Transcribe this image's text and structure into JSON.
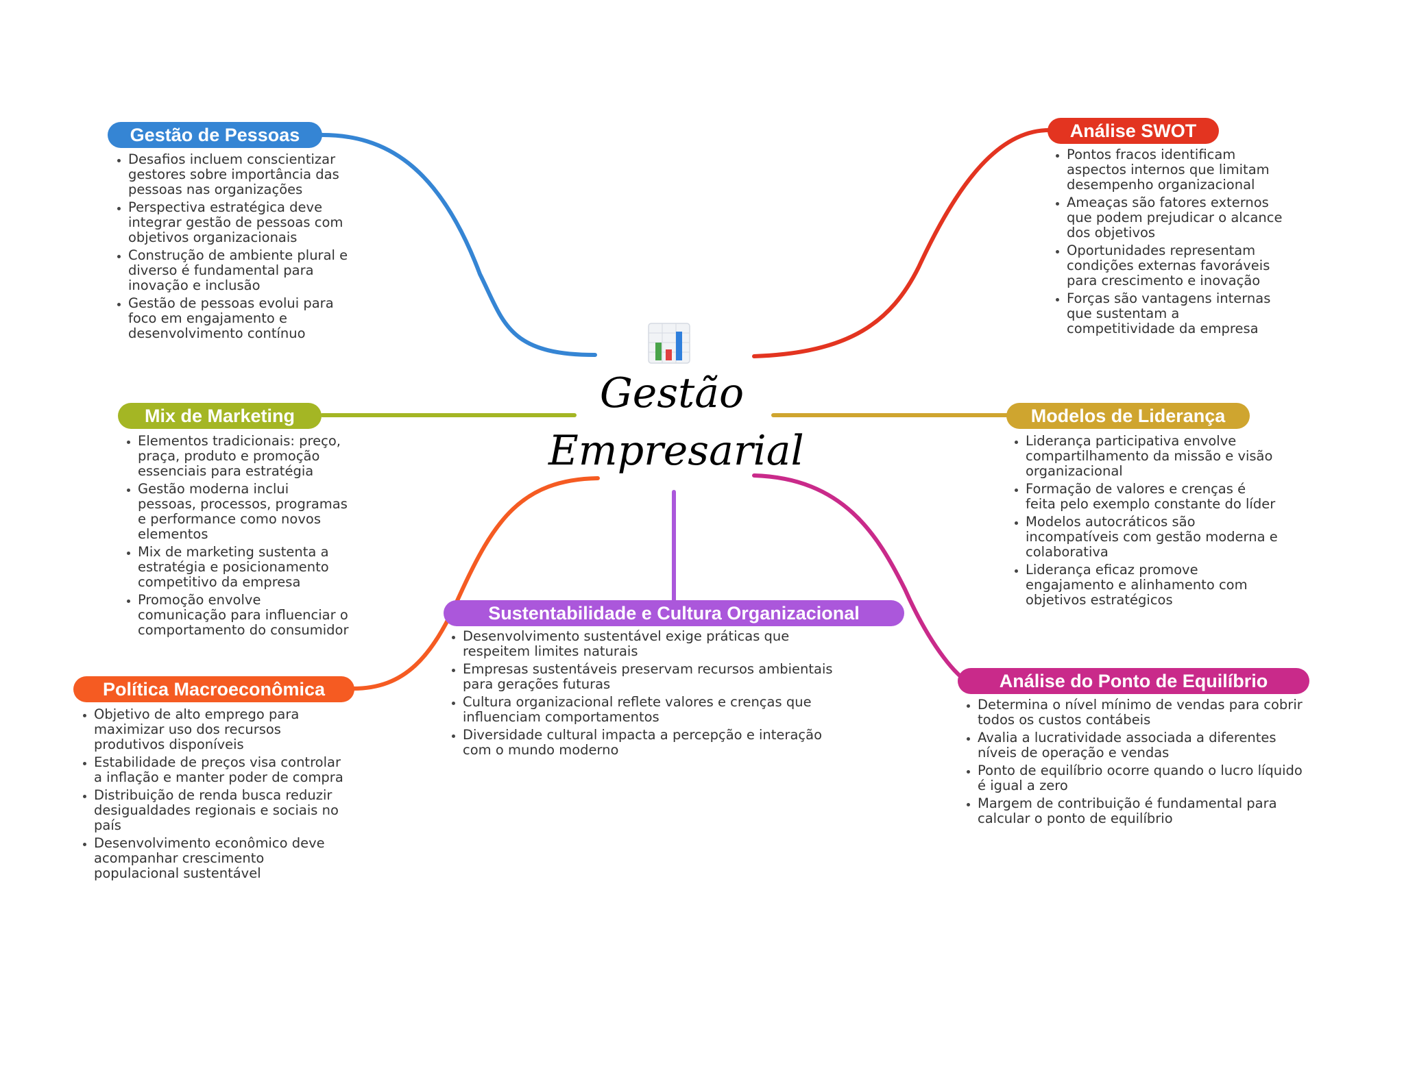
{
  "center": {
    "title": "Gestão Empresarial",
    "icon": "bar-chart-icon"
  },
  "branches": [
    {
      "id": "gestao-pessoas",
      "label": "Gestão de Pessoas",
      "color": "#3585D4",
      "notes": [
        "Desafios incluem conscientizar gestores sobre importância das pessoas nas organizações",
        "Perspectiva estratégica deve integrar gestão de pessoas com objetivos organizacionais",
        "Construção de ambiente plural e diverso é fundamental para inovação e inclusão",
        "Gestão de pessoas evolui para foco em engajamento e desenvolvimento contínuo"
      ]
    },
    {
      "id": "mix-marketing",
      "label": "Mix de Marketing",
      "color": "#A4B624",
      "notes": [
        "Elementos tradicionais: preço, praça, produto e promoção essenciais para estratégia",
        "Gestão moderna inclui pessoas, processos, programas e performance como novos elementos",
        "Mix de marketing sustenta a estratégia e posicionamento competitivo da empresa",
        "Promoção envolve comunicação para influenciar o comportamento do consumidor"
      ]
    },
    {
      "id": "politica-macro",
      "label": "Política Macroeconômica",
      "color": "#F55B22",
      "notes": [
        "Objetivo de alto emprego para maximizar uso dos recursos produtivos disponíveis",
        "Estabilidade de preços visa controlar a inflação e manter poder de compra",
        "Distribuição de renda busca reduzir desigualdades regionais e sociais no país",
        "Desenvolvimento econômico deve acompanhar crescimento populacional sustentável"
      ]
    },
    {
      "id": "sustentabilidade",
      "label": "Sustentabilidade e Cultura Organizacional",
      "color": "#AB57DB",
      "notes": [
        "Desenvolvimento sustentável exige práticas que respeitem limites naturais",
        "Empresas sustentáveis preservam recursos ambientais para gerações futuras",
        "Cultura organizacional reflete valores e crenças que influenciam comportamentos",
        "Diversidade cultural impacta a percepção e interação com o mundo moderno"
      ]
    },
    {
      "id": "analise-swot",
      "label": "Análise SWOT",
      "color": "#E33420",
      "notes": [
        "Pontos fracos identificam aspectos internos que limitam desempenho organizacional",
        "Ameaças são fatores externos que podem prejudicar o alcance dos objetivos",
        "Oportunidades representam condições externas favoráveis para crescimento e inovação",
        "Forças são vantagens internas que sustentam a competitividade da empresa"
      ]
    },
    {
      "id": "modelos-lideranca",
      "label": "Modelos de Liderança",
      "color": "#CFA52F",
      "notes": [
        "Liderança participativa envolve compartilhamento da missão e visão organizacional",
        "Formação de valores e crenças é feita pelo exemplo constante do líder",
        "Modelos autocráticos são incompatíveis com gestão moderna e colaborativa",
        "Liderança eficaz promove engajamento e alinhamento com objetivos estratégicos"
      ]
    },
    {
      "id": "ponto-equilibrio",
      "label": "Análise do Ponto de Equilíbrio",
      "color": "#C92A8A",
      "notes": [
        "Determina o nível mínimo de vendas para cobrir todos os custos contábeis",
        "Avalia a lucratividade associada a diferentes níveis de operação e vendas",
        "Ponto de equilíbrio ocorre quando o lucro líquido é igual a zero",
        "Margem de contribuição é fundamental para calcular o ponto de equilíbrio"
      ]
    }
  ]
}
